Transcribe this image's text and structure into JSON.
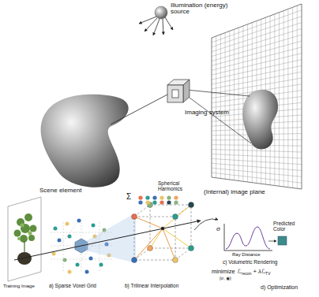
{
  "diagram": {
    "labels": [
      "Illumination (energy) source",
      "Imaging system",
      "Scene element",
      "(Internal) image plane",
      "Spherical Harmonics",
      "Σ",
      "σ",
      "Predicted Color",
      "Ray Distance",
      "c) Volumetric Rendering",
      "minimize",
      "ℒ",
      "recon",
      "+ λℒ",
      "TV",
      "{σ, ◉}",
      "d) Optimization",
      "Training Image",
      "a) Sparse Voxel Grid",
      "b) Trilinear Interpolation"
    ]
  }
}
